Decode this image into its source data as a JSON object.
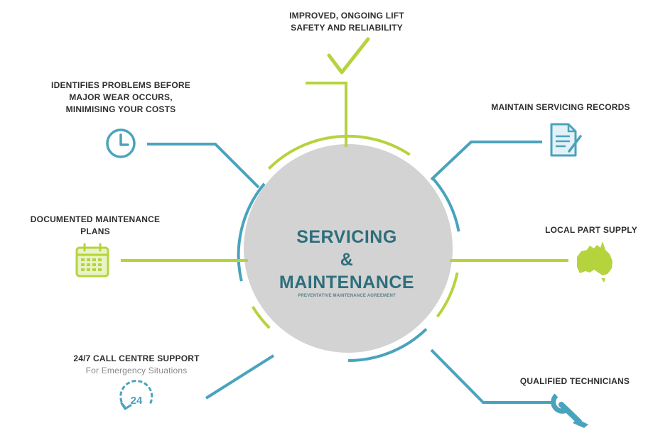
{
  "colors": {
    "teal": "#4aa3bd",
    "lime": "#b5d33d",
    "circle_fill": "#d3d3d3",
    "center_text": "#2e6e7c"
  },
  "center": {
    "line1": "SERVICING",
    "line2": "&",
    "line3": "MAINTENANCE",
    "subtitle": "PREVENTATIVE MAINTENANCE AGREEMENT"
  },
  "items": {
    "top": {
      "line1": "IMPROVED, ONGOING LIFT",
      "line2": "SAFETY AND RELIABILITY",
      "icon": "checkmark-icon"
    },
    "upper_left": {
      "line1": "IDENTIFIES PROBLEMS BEFORE",
      "line2": "MAJOR WEAR OCCURS,",
      "line3": "MINIMISING YOUR COSTS",
      "icon": "clock-icon"
    },
    "mid_left": {
      "line1": "DOCUMENTED MAINTENANCE",
      "line2": "PLANS",
      "icon": "calendar-icon"
    },
    "lower_left": {
      "line1": "24/7 CALL CENTRE SUPPORT",
      "sub": "For Emergency Situations",
      "icon": "support-24-icon",
      "badge": "24"
    },
    "upper_right": {
      "line1": "MAINTAIN SERVICING RECORDS",
      "icon": "document-icon"
    },
    "mid_right": {
      "line1": "LOCAL PART SUPPLY",
      "icon": "australia-map-icon"
    },
    "lower_right": {
      "line1": "QUALIFIED TECHNICIANS",
      "icon": "wrench-icon"
    }
  }
}
